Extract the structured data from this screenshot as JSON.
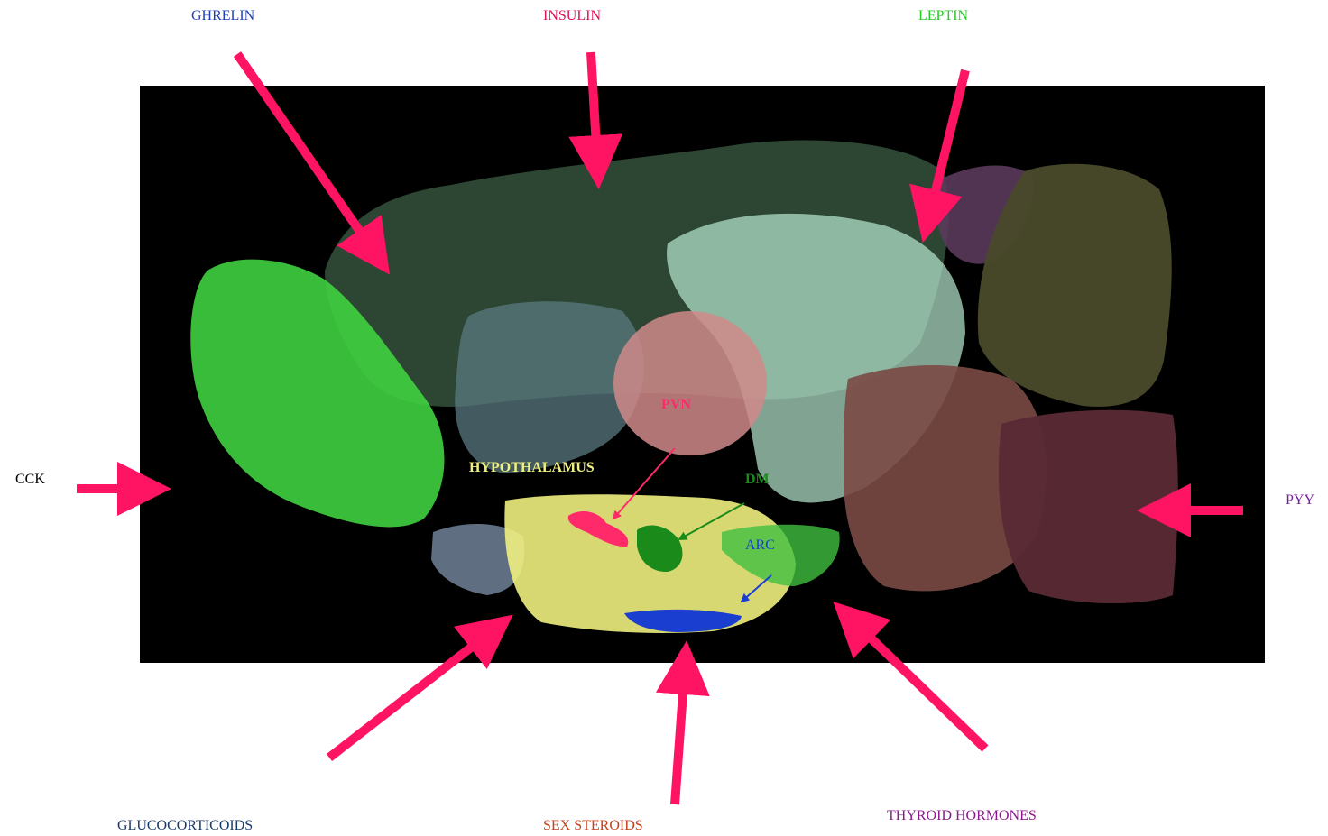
{
  "hormones": {
    "ghrelin": "GHRELIN",
    "insulin": "INSULIN",
    "leptin": "LEPTIN",
    "cck": "CCK",
    "pyy": "PYY",
    "glucocorticoids": "GLUCOCORTICOIDS",
    "sex_steroids": "SEX STEROIDS",
    "thyroid_hormones": "THYROID HORMONES"
  },
  "regions": {
    "hypothalamus": "HYPOTHALAMUS",
    "pvn": "PVN",
    "dm": "DM",
    "arc": "ARC"
  },
  "colors": {
    "arrow": "#ff1464",
    "ghrelin": "#1f3fb8",
    "insulin": "#e0105a",
    "leptin": "#22cc22",
    "cck": "#000000",
    "pyy": "#7a1fa0",
    "glucocorticoids": "#1a3a6a",
    "sex_steroids": "#c8401a",
    "thyroid_hormones": "#8a1a8a",
    "hypothalamus": "#f0f080",
    "pvn": "#ff2a6a",
    "dm": "#1a8a1a",
    "arc": "#1a3fd0"
  }
}
